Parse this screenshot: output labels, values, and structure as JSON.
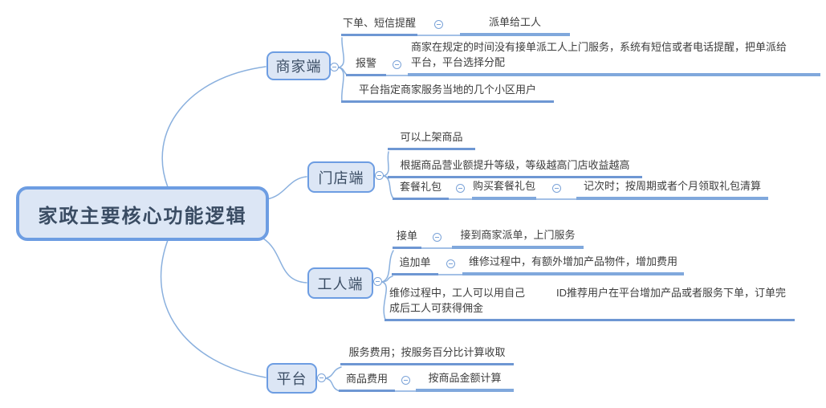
{
  "central": {
    "label": "家政主要核心功能逻辑"
  },
  "branches": [
    {
      "label": "商家端",
      "rows": [
        {
          "segments": [
            {
              "text": "下单、短信提醒"
            },
            {
              "text": "派单给工人"
            }
          ]
        },
        {
          "segments": [
            {
              "text": "报警"
            },
            {
              "text": "商家在规定的时间没有接单派工人上门服务，系统有短信或者电话提醒，把单派给平台，平台选择分配"
            }
          ]
        },
        {
          "segments": [
            {
              "text": "平台指定商家服务当地的几个小区用户"
            }
          ]
        }
      ]
    },
    {
      "label": "门店端",
      "rows": [
        {
          "segments": [
            {
              "text": "可以上架商品"
            }
          ]
        },
        {
          "segments": [
            {
              "text": "根据商品营业额提升等级，等级越高门店收益越高"
            }
          ]
        },
        {
          "segments": [
            {
              "text": "套餐礼包"
            },
            {
              "text": "购买套餐礼包"
            },
            {
              "text": "记次时；按周期或者个月领取礼包清算"
            }
          ]
        }
      ]
    },
    {
      "label": "工人端",
      "rows": [
        {
          "segments": [
            {
              "text": "接单"
            },
            {
              "text": "接到商家派单，上门服务"
            }
          ]
        },
        {
          "segments": [
            {
              "text": "追加单"
            },
            {
              "text": "维修过程中，有额外增加产品物件，增加费用"
            }
          ]
        },
        {
          "segments": [
            {
              "text": "维修过程中，工人可以用自己　　　ID推荐用户在平台增加产品或者服务下单，订单完成后工人可获得佣金"
            }
          ]
        }
      ]
    },
    {
      "label": "平台",
      "rows": [
        {
          "segments": [
            {
              "text": "服务费用；按服务百分比计算收取"
            }
          ]
        },
        {
          "segments": [
            {
              "text": "商品费用"
            },
            {
              "text": "按商品金额计算"
            }
          ]
        }
      ]
    }
  ],
  "icons": {
    "collapse": "minus-in-circle"
  },
  "colors": {
    "node_border": "#6d9de2",
    "node_fill": "#dce6f5",
    "text_dark": "#3a4c63",
    "leaf_text": "#3d3d3d",
    "line_l2": "#6e97d3",
    "line_l3": "#80a8dc",
    "connector": "#a3c0e6",
    "curve": "#8ab0de",
    "icon_blue": "#7ba3d8"
  }
}
